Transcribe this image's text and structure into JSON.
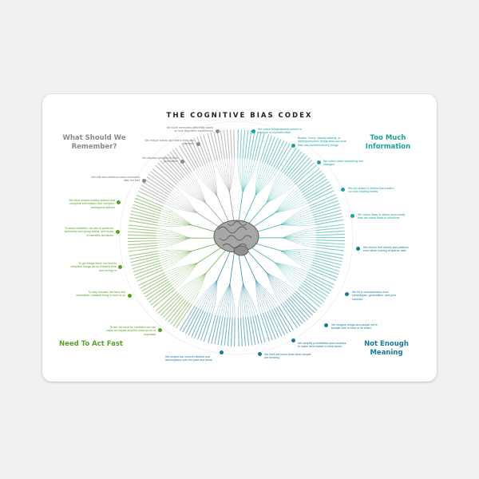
{
  "title": "THE COGNITIVE BIAS CODEX",
  "colors": {
    "memory": "#8a8a8a",
    "info": "#1aa39a",
    "meaning": "#167a9c",
    "act": "#5aa02c",
    "background": "#f1f1f1"
  },
  "quadrants": {
    "memory": "What Should We Remember?",
    "info": "Too Much Information",
    "meaning": "Not Enough Meaning",
    "act": "Need To Act Fast"
  },
  "nodes": {
    "memory": [
      "We store memories differently based on how they were experienced",
      "We reduce events and lists to their key elements",
      "We discard specifics to form generalities",
      "We edit and reinforce some memories after the fact"
    ],
    "info": [
      "We notice things already primed in memory or repeated often",
      "Bizarre, funny, visually striking, or anthropomorphic things stick out more than non-bizarre/unfunny things",
      "We notice when something has changed",
      "We are drawn to details that confirm our own existing beliefs",
      "We notice flaws in others more easily than we notice flaws in ourselves"
    ],
    "meaning": [
      "We tend to find stories and patterns even when looking at sparse data",
      "We fill in characteristics from stereotypes, generalities, and prior histories",
      "We imagine things and people we're familiar with or fond of as better",
      "We simplify probabilities and numbers to make them easier to think about",
      "We think we know what other people are thinking",
      "We project our current mindset and assumptions onto the past and future"
    ],
    "act": [
      "We favor simple-looking options and complete information over complex, ambiguous options",
      "To avoid mistakes, we aim to preserve autonomy and group status, and avoid irreversible decisions",
      "To get things done, we tend to complete things we've invested time and energy in",
      "To stay focused, we favor the immediate, relatable thing in front of us",
      "To act, we must be confident we can make an impact and feel what we do is important"
    ]
  }
}
